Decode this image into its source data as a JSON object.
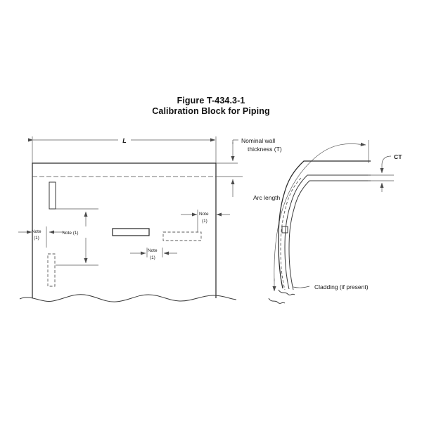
{
  "figure": {
    "number": "Figure T-434.3-1",
    "caption": "Calibration Block for Piping"
  },
  "labels": {
    "length": "L",
    "nominal_wall_line1": "Nominal wall",
    "nominal_wall_line2": "thickness (T)",
    "arc_length": "Arc length",
    "ct": "CT",
    "cladding": "Cladding (if present)",
    "note_word": "Note",
    "note_ref": "(1)",
    "note_inline": "Note (1)"
  },
  "notes": [
    {
      "id": "note-left-edge",
      "line1": "Note",
      "line2": "(1)"
    },
    {
      "id": "note-depth",
      "line1": "Note (1)",
      "line2": ""
    },
    {
      "id": "note-right-edge",
      "line1": "Note",
      "line2": "(1)"
    },
    {
      "id": "note-mid-bottom",
      "line1": "Note",
      "line2": "(1)"
    }
  ],
  "colors": {
    "object_line": "#2b2b2b",
    "dimension_line": "#5a5a5a",
    "hidden_line": "#5a5a5a",
    "center_line": "#4a4a4a",
    "text": "#1a1a1a",
    "background": "#ffffff"
  },
  "views": {
    "left": {
      "name": "plate-calibration-block-section-view",
      "features": [
        "overall-length-dimension",
        "cladding-interface-centerline",
        "vertical-surface-notch",
        "horizontal-mid-wall-notch",
        "hidden-notch-right",
        "hidden-notch-lower-left",
        "wavy-break-line"
      ]
    },
    "right": {
      "name": "curved-pipe-elbow-view",
      "features": [
        "outer-arc-dimension",
        "pipe-outer-wall",
        "pipe-inner-wall",
        "cladding-layer-dashed",
        "ct-thickness-dimension",
        "inner-notch",
        "wavy-break-line"
      ]
    }
  }
}
